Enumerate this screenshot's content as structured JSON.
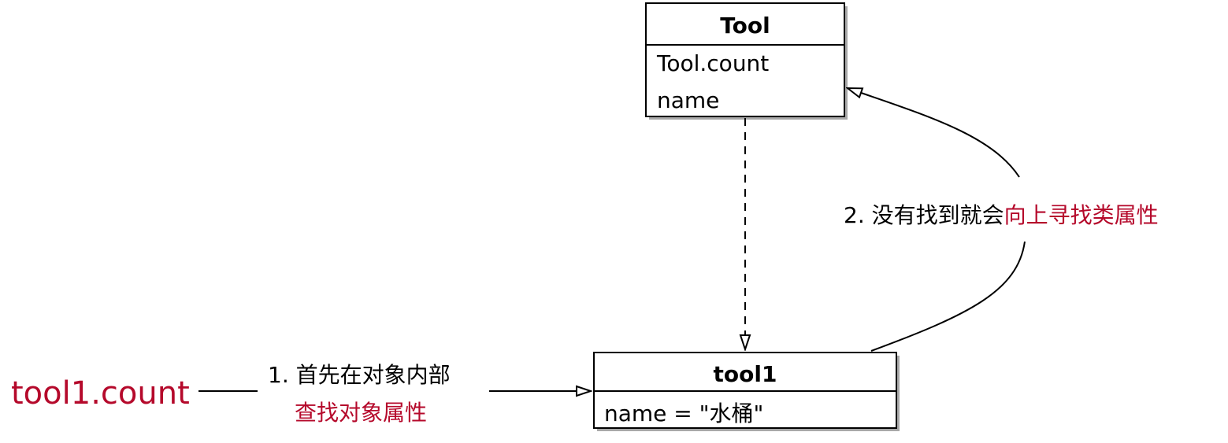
{
  "colors": {
    "accent": "#b5092b",
    "stroke": "#000000",
    "text": "#000000",
    "box_fill": "#ffffff",
    "shadow": "#a8a8a8"
  },
  "class_box": {
    "title": "Tool",
    "attributes": [
      "Tool.count",
      "name"
    ]
  },
  "instance_box": {
    "title": "tool1",
    "attributes": [
      "name = \"水桶\""
    ]
  },
  "access_expression": "tool1.count",
  "step1": {
    "prefix": "1. 首先在对象内部",
    "highlight": "查找对象属性"
  },
  "step2": {
    "prefix": "2. 没有找到就会",
    "highlight": "向上寻找类属性"
  }
}
